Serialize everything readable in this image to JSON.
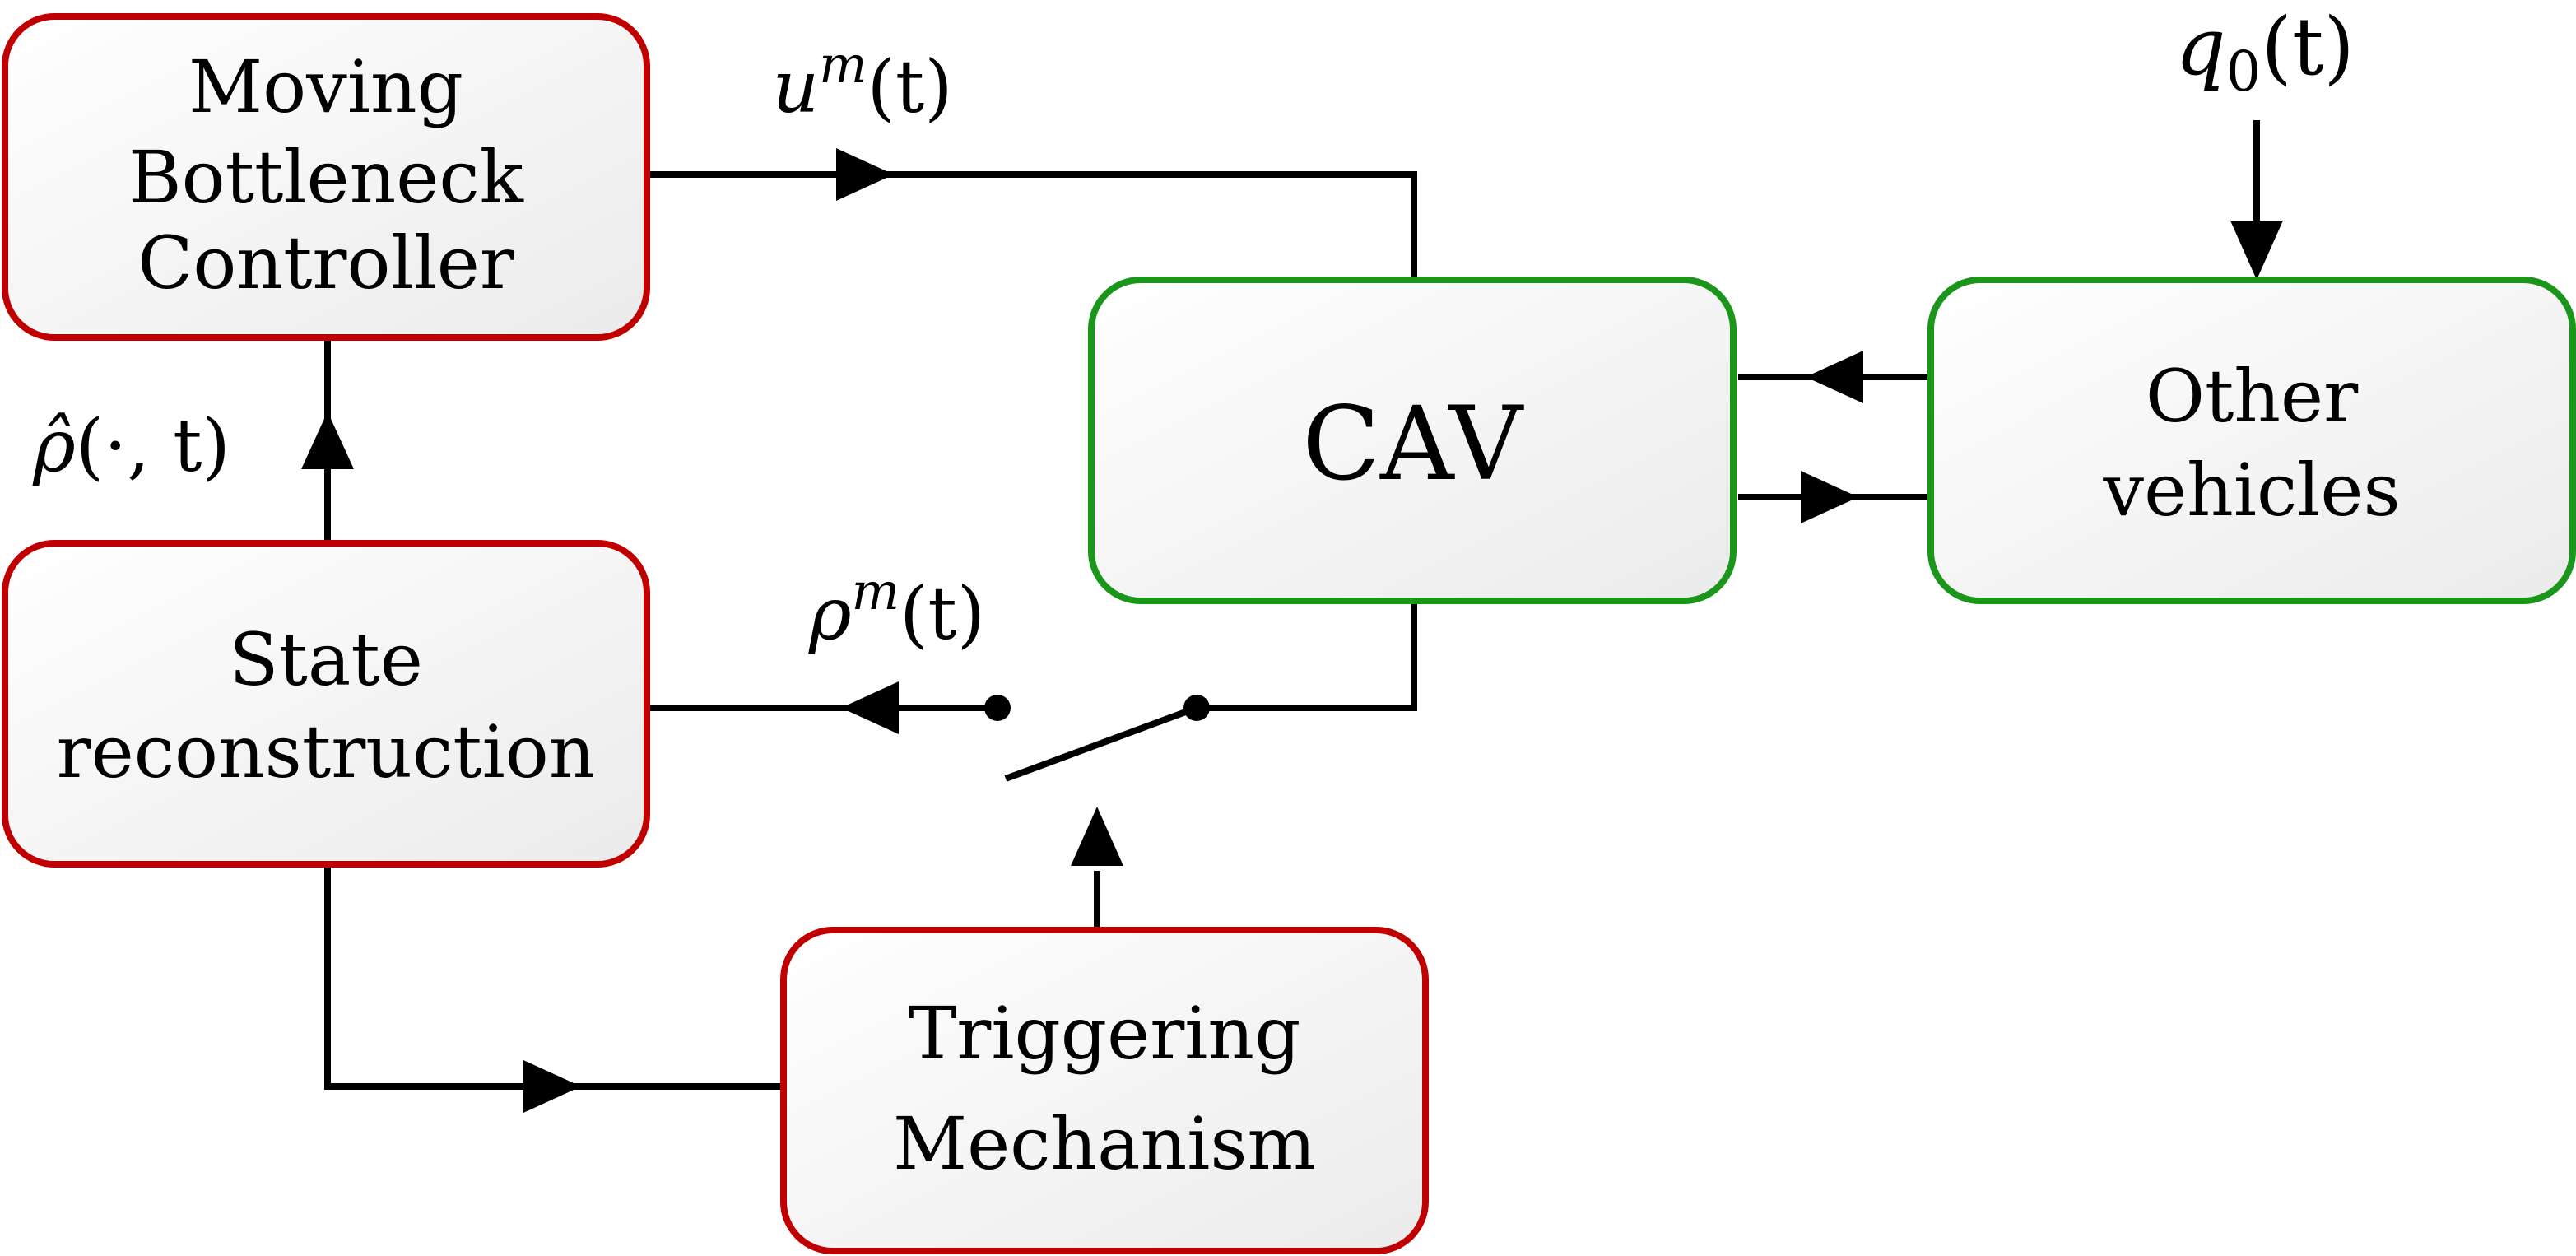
{
  "blocks": {
    "controller": {
      "line1": "Moving",
      "line2": "Bottleneck",
      "line3": "Controller"
    },
    "state": {
      "line1": "State",
      "line2": "reconstruction"
    },
    "trigger": {
      "line1": "Triggering",
      "line2": "Mechanism"
    },
    "cav": {
      "label": "CAV"
    },
    "other": {
      "line1": "Other",
      "line2": "vehicles"
    }
  },
  "signals": {
    "um": {
      "base": "u",
      "sup": "m",
      "arg": "(t)"
    },
    "rhom": {
      "base": "ρ",
      "sup": "m",
      "arg": "(t)"
    },
    "rhohat": {
      "base": "ρ̂",
      "arg": "(·, t)"
    },
    "q0": {
      "base": "q",
      "sub": "0",
      "arg": "(t)"
    }
  },
  "colors": {
    "controller_block_border": "#c00000",
    "vehicle_block_border": "#1a961a",
    "block_fill_light": "#ffffff",
    "block_fill_dark": "#ebebeb"
  }
}
